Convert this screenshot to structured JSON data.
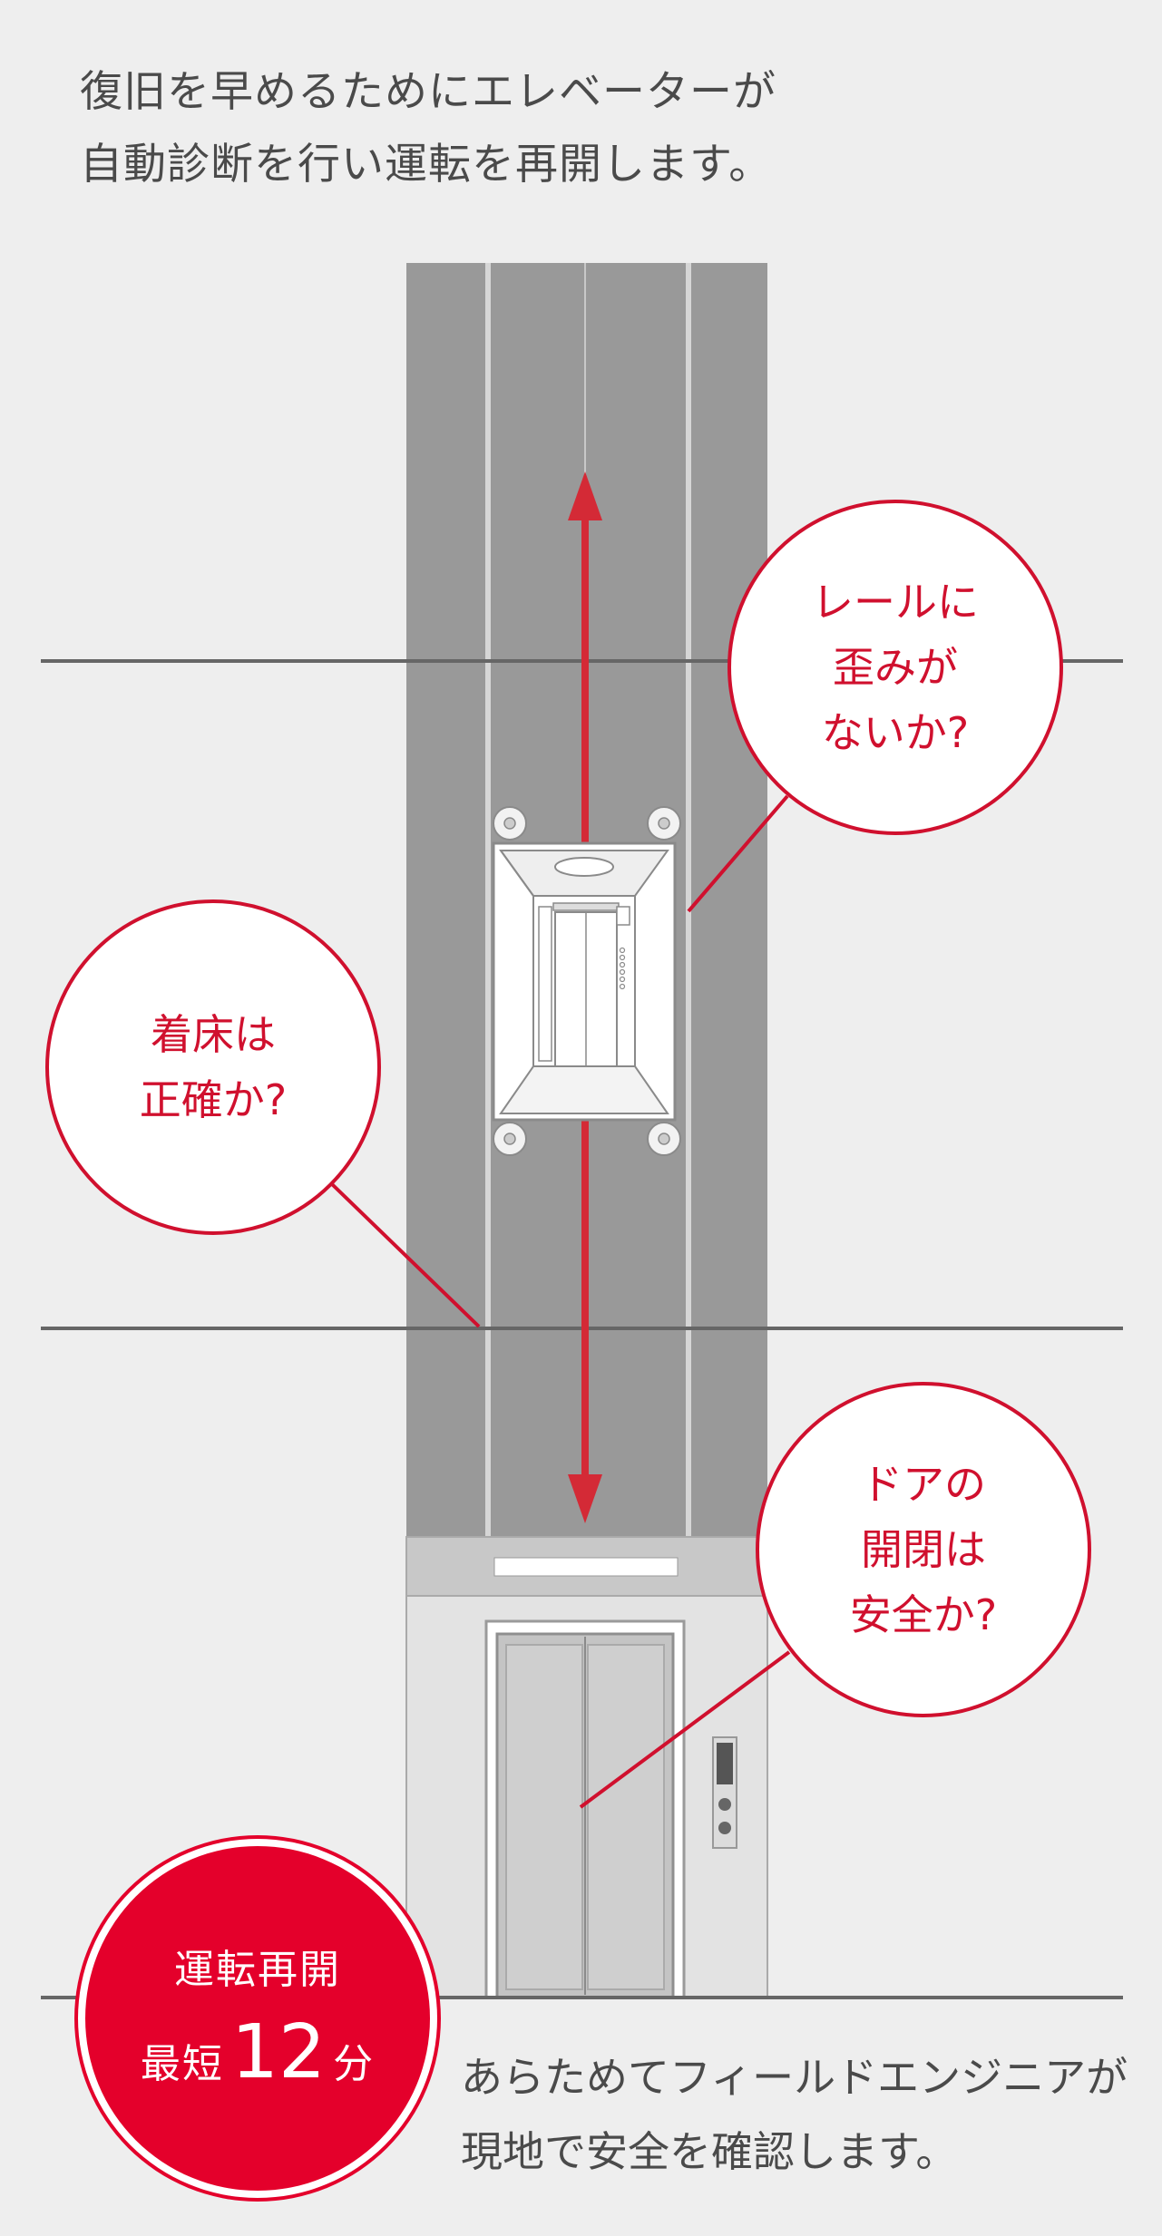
{
  "intro": {
    "line1": "復旧を早めるためにエレベーターが",
    "line2": "自動診断を行い運転を再開します。"
  },
  "checks": [
    {
      "lines": [
        "レールに",
        "歪みが",
        "ないか?"
      ]
    },
    {
      "lines": [
        "着床は",
        "正確か?"
      ]
    },
    {
      "lines": [
        "ドアの",
        "開閉は",
        "安全か?"
      ]
    }
  ],
  "badge": {
    "title": "運転再開",
    "prefix": "最短",
    "number": "12",
    "unit": "分"
  },
  "outro": {
    "line1": "あらためてフィールドエンジニアが",
    "line2": "現地で安全を確認します。"
  },
  "colors": {
    "accent": "#d0102e",
    "badge": "#e4002b",
    "shaft": "#999999",
    "text": "#4a4a4a",
    "background": "#eeeeee"
  }
}
